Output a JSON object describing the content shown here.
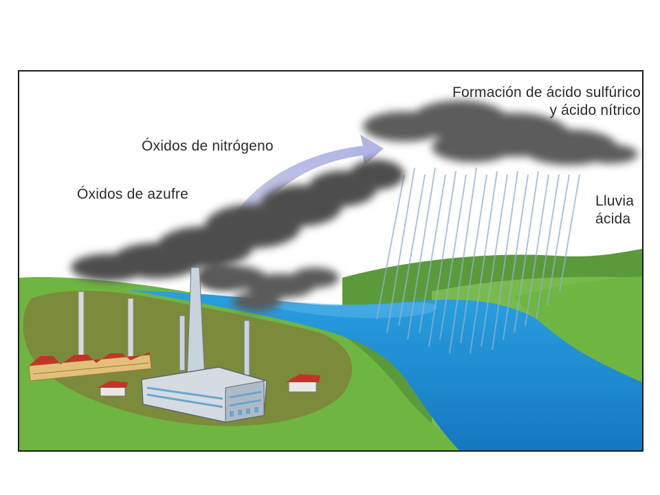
{
  "labels": {
    "formacion_line1": "Formación de ácido sulfúrico",
    "formacion_line2": "y ácido nítrico",
    "nitrogeno": "Óxidos de nitrógeno",
    "azufre": "Óxidos de azufre",
    "lluvia_line1": "Lluvia",
    "lluvia_line2": "ácida"
  },
  "colors": {
    "grass": "#6fb541",
    "grass_dark": "#5a9a35",
    "soil": "#7a8a3a",
    "water": "#1f8bd1",
    "water_light": "#4fa8e0",
    "smoke": "#555555",
    "rain": "#8fb0d0",
    "arrow": "#a9aede",
    "factory_roof": "#c0352a",
    "factory_wall": "#e2c07a",
    "plant": "#c9d3dc"
  }
}
